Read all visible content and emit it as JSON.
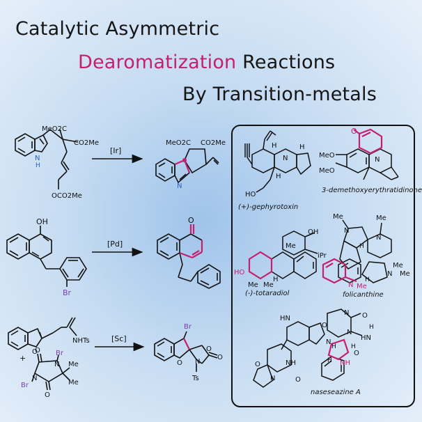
{
  "title": {
    "line1": "Catalytic Asymmetric",
    "line2_highlight": "Dearomatization",
    "line2_rest": " Reactions",
    "line3": "By Transition-metals"
  },
  "colors": {
    "highlight": "#c4206e",
    "halogen": "#7a3fb5",
    "heteroatom": "#2a62c0",
    "ink": "#111111"
  },
  "reactions": [
    {
      "catalyst": "[Ir]",
      "substrate_labels": {
        "ester_top": "MeO2C",
        "ester_right": "CO2Me",
        "nh": "N",
        "h": "H",
        "carbonate": "OCO2Me"
      },
      "product_labels": {
        "ester_left": "MeO2C",
        "ester_right": "CO2Me",
        "n": "N"
      }
    },
    {
      "catalyst": "[Pd]",
      "substrate_labels": {
        "oh": "OH",
        "br": "Br"
      },
      "product_labels": {
        "o": "O"
      }
    },
    {
      "catalyst": "[Sc]",
      "substrate_labels": {
        "o": "O",
        "nhts": "NHTs",
        "plus": "+",
        "br1": "Br",
        "br2": "Br",
        "me1": "Me",
        "me2": "Me",
        "n1": "N",
        "n2": "N",
        "o1": "O",
        "o2": "O"
      },
      "product_labels": {
        "br": "Br",
        "o": "O",
        "n": "N",
        "ts": "Ts",
        "o_ring": "O",
        "o_co": "O"
      }
    }
  ],
  "natural_products": [
    {
      "name": "(+)-gephyrotoxin",
      "labels": {
        "h1": "H",
        "n": "N",
        "h2": "H",
        "h3": "H",
        "ho": "HO"
      }
    },
    {
      "name": "3-demethoxyerythratidinone",
      "labels": {
        "o": "O",
        "meo1": "MeO",
        "meo2": "MeO",
        "n": "N"
      }
    },
    {
      "name": "(-)-totaradiol",
      "labels": {
        "me1": "Me",
        "oh": "OH",
        "ipr": "iPr",
        "ho": "HO",
        "me2": "Me",
        "me3": "Me",
        "h": "H"
      }
    },
    {
      "name": "folicanthine",
      "labels": {
        "me1": "Me",
        "me2": "Me",
        "n1": "N",
        "n2": "N",
        "n3": "N",
        "n4": "N",
        "h1": "H",
        "me3": "Me",
        "me4": "Me",
        "me5": "Me",
        "h2": "H"
      }
    },
    {
      "name": "naseseazine A",
      "labels": {
        "hn1": "HN",
        "o1": "O",
        "o2": "O",
        "nh": "NH",
        "n1": "N",
        "n2": "N",
        "o3": "O",
        "h1": "H",
        "hn2": "HN",
        "o4": "O",
        "h2": "H",
        "h3": "H",
        "n3": "N",
        "o5": "O",
        "n4": "N",
        "h4": "H",
        "nh2": "NH"
      }
    }
  ]
}
